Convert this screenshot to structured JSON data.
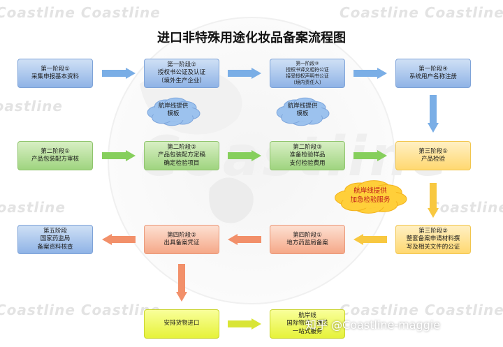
{
  "title": "进口非特殊用途化妆品备案流程图",
  "watermark": {
    "brand": "Coastline",
    "tagline": "航岸线"
  },
  "colors": {
    "blue": "#8fb3e6",
    "green": "#9fd47f",
    "yellow": "#ffd870",
    "salmon": "#f5a888",
    "lime": "#e6f23a",
    "cloud_orange": "#ffcf3a",
    "cloud_text_red": "#c0181b",
    "cloud_blue": "#9cc2ee",
    "arrow_blue": "#7aaee6",
    "arrow_green": "#86cf5c",
    "arrow_yellow": "#f8c840",
    "arrow_salmon": "#f2906a"
  },
  "nodes": [
    {
      "id": "n1",
      "color": "blue",
      "lines": [
        "第一阶段①",
        "采集申报基本资料"
      ]
    },
    {
      "id": "n2",
      "color": "blue",
      "lines": [
        "第一阶段②",
        "授权书公证及认证",
        "（境外生产企业）"
      ]
    },
    {
      "id": "n3",
      "color": "blue",
      "small": true,
      "lines": [
        "第一阶段③",
        "授权书译文相符公证",
        "接受授权声明书公证",
        "（境内责任人）"
      ]
    },
    {
      "id": "n4",
      "color": "blue",
      "lines": [
        "第一阶段④",
        "系统用户名称注册"
      ]
    },
    {
      "id": "n5",
      "color": "green",
      "lines": [
        "第二阶段①",
        "产品包装配方审核"
      ]
    },
    {
      "id": "n6",
      "color": "green",
      "lines": [
        "第二阶段②",
        "产品包装配方定稿",
        "确定检验项目"
      ]
    },
    {
      "id": "n7",
      "color": "green",
      "lines": [
        "第二阶段③",
        "准备检验样品",
        "支付检验费用"
      ]
    },
    {
      "id": "n8",
      "color": "yellow",
      "lines": [
        "第三阶段①",
        "产品检验"
      ]
    },
    {
      "id": "n9",
      "color": "yellow",
      "lines": [
        "第三阶段②",
        "整套备案申请材料撰",
        "写及相关文件的公证"
      ]
    },
    {
      "id": "n10",
      "color": "salmon",
      "lines": [
        "第四阶段①",
        "地方药监局备案"
      ]
    },
    {
      "id": "n11",
      "color": "salmon",
      "lines": [
        "第四阶段②",
        "出具备案凭证"
      ]
    },
    {
      "id": "n12",
      "color": "blue",
      "lines": [
        "第五阶段",
        "国家药监局",
        "备案资料核查"
      ]
    },
    {
      "id": "n13",
      "color": "lime",
      "lines": [
        "安排货物进口"
      ]
    },
    {
      "id": "n14",
      "color": "lime",
      "lines": [
        "航岸线",
        "国际物流、通关",
        "一站式服务"
      ]
    }
  ],
  "clouds": [
    {
      "id": "c1",
      "color": "blue",
      "lines": [
        "航岸线提供",
        "模板"
      ]
    },
    {
      "id": "c2",
      "color": "blue",
      "lines": [
        "航岸线提供",
        "模板"
      ]
    },
    {
      "id": "c3",
      "color": "orange",
      "lines": [
        "航岸线提供",
        "加急检验服务"
      ]
    }
  ],
  "edges": [
    [
      "n1",
      "n2"
    ],
    [
      "n2",
      "n3"
    ],
    [
      "n3",
      "n4"
    ],
    [
      "n4",
      "n8"
    ],
    [
      "n5",
      "n6"
    ],
    [
      "n6",
      "n7"
    ],
    [
      "n7",
      "n8"
    ],
    [
      "n8",
      "n9"
    ],
    [
      "n9",
      "n10"
    ],
    [
      "n10",
      "n11"
    ],
    [
      "n11",
      "n12"
    ],
    [
      "n11",
      "n13"
    ],
    [
      "n13",
      "n14"
    ]
  ],
  "credit": "知乎 @Coastline-maggie"
}
